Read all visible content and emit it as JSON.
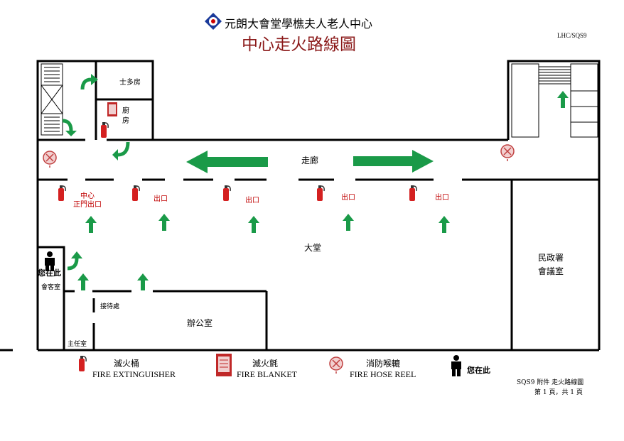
{
  "header": {
    "org_name": "元朗大會堂學樵夫人老人中心",
    "title": "中心走火路線圖",
    "doc_code": "LHC/SQS9"
  },
  "rooms": {
    "storeroom": "士多房",
    "kitchen": "廚\n房",
    "corridor": "走廊",
    "hall": "大堂",
    "police_room": "民政署\n會議室",
    "you_are_here": "您在此",
    "guest_room": "會客室",
    "reception": "接待處",
    "office": "辦公室",
    "director": "主任室"
  },
  "exits": {
    "main_exit": "中心\n正門出口",
    "exit_1": "出口",
    "exit_2": "出口",
    "exit_3": "出口",
    "exit_4": "出口"
  },
  "legend": {
    "extinguisher_cn": "滅火桶",
    "extinguisher_en": "FIRE EXTINGUISHER",
    "blanket_cn": "滅火氈",
    "blanket_en": "FIRE BLANKET",
    "hose_cn": "消防喉轆",
    "hose_en": "FIRE HOSE REEL",
    "here_cn": "您在此"
  },
  "footer": {
    "ref": "SQS9 附件 走火路線圖",
    "page": "第 1 頁，共 1 頁"
  },
  "colors": {
    "arrow": "#1a9a48",
    "title": "#8b1a1a",
    "exit_text": "#c00000",
    "extinguisher": "#d42020"
  }
}
